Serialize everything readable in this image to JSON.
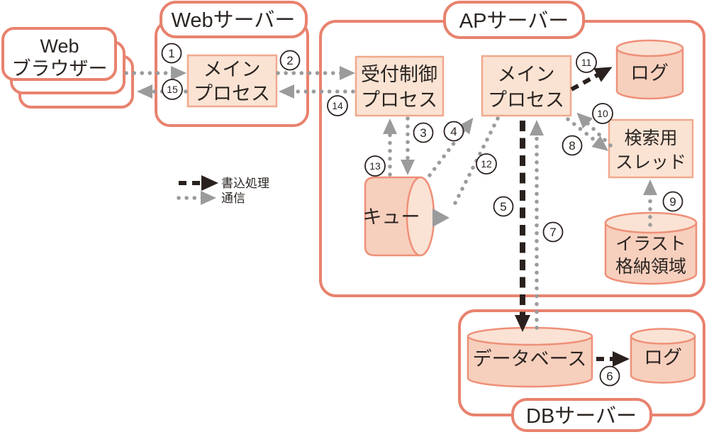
{
  "browser": {
    "line1": "Web",
    "line2": "ブラウザー"
  },
  "servers": {
    "web": "Webサーバー",
    "ap": "APサーバー",
    "db": "DBサーバー"
  },
  "nodes": {
    "web_main": {
      "line1": "メイン",
      "line2": "プロセス"
    },
    "reception": {
      "line1": "受付制御",
      "line2": "プロセス"
    },
    "ap_main": {
      "line1": "メイン",
      "line2": "プロセス"
    },
    "queue": {
      "label": "キュー"
    },
    "search_thread": {
      "line1": "検索用",
      "line2": "スレッド"
    },
    "ap_log": {
      "label": "ログ"
    },
    "illust_storage": {
      "line1": "イラスト",
      "line2": "格納領域"
    },
    "database": {
      "label": "データベース"
    },
    "db_log": {
      "label": "ログ"
    }
  },
  "legend": {
    "write": "書込処理",
    "comm": "通信"
  },
  "steps": {
    "s1": "1",
    "s2": "2",
    "s3": "3",
    "s4": "4",
    "s5": "5",
    "s6": "6",
    "s7": "7",
    "s8": "8",
    "s9": "9",
    "s10": "10",
    "s11": "11",
    "s12": "12",
    "s13": "13",
    "s14": "14",
    "s15": "15"
  },
  "colors": {
    "coral": "#E8826E",
    "node_border": "#F0A98E",
    "node_fill": "#FAE3D3",
    "cylinder_fill": "#F7CFBD",
    "cylinder_cap": "#FAE2D4",
    "arrow_gray": "#9B9B9B",
    "arrow_black": "#2A211E",
    "text": "#2B2522"
  }
}
